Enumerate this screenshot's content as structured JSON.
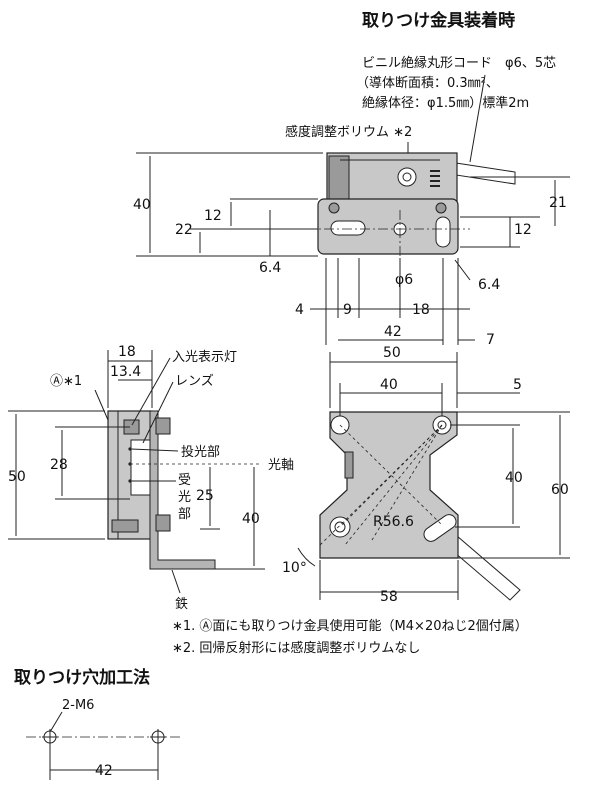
{
  "titles": {
    "bracket_mounted": "取りつけ金具装着時",
    "mounting_holes": "取りつけ穴加工法"
  },
  "callouts": {
    "cable_line1": "ビニル絶縁丸形コード　φ6、5芯",
    "cable_line2": "（導体断面積：0.3㎜²、",
    "cable_line3": "絶縁体径：φ1.5㎜）標準2m",
    "sensitivity": "感度調整ボリウム ∗2",
    "indicator": "入光表示灯",
    "lens": "レンズ",
    "emitter": "投光部",
    "receiver_1": "受",
    "receiver_2": "光",
    "receiver_3": "部",
    "optical_axis": "光軸",
    "face_a": "Ⓐ∗1",
    "iron": "鉄",
    "radius": "R56.6",
    "phi6": "φ6",
    "thread": "2-M6"
  },
  "notes": {
    "note1": "∗1. Ⓐ面にも取りつけ金具使用可能（M4×20ねじ2個付属）",
    "note2": "∗2. 回帰反射形には感度調整ボリウムなし"
  },
  "dims": {
    "top": {
      "h40": "40",
      "h22": "22",
      "h12": "12",
      "h21": "21",
      "h12r": "12",
      "h6_4l": "6.4",
      "h6_4r": "6.4",
      "w4": "4",
      "w9": "9",
      "w18": "18",
      "w42": "42",
      "w7": "7"
    },
    "side": {
      "w18": "18",
      "w13_4": "13.4",
      "h50": "50",
      "h28": "28",
      "h25": "25",
      "h40": "40"
    },
    "bracket": {
      "w50": "50",
      "w40": "40",
      "w5": "5",
      "h40": "40",
      "h60": "60",
      "w58": "58",
      "angle": "10°"
    },
    "holes": {
      "w42": "42"
    }
  }
}
